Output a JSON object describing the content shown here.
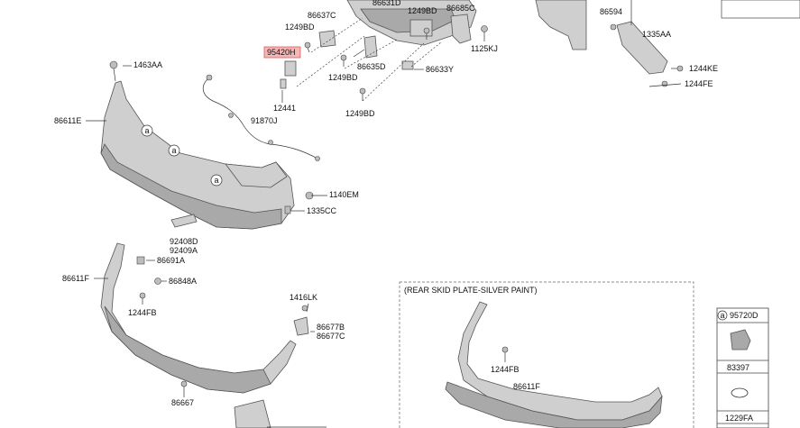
{
  "labels": {
    "p86637C": "86637C",
    "p86631D": "86631D",
    "p1249BD_a": "1249BD",
    "p86685C": "86685C",
    "p1249BD_top": "1249BD",
    "p95420H": "95420H",
    "p86635D": "86635D",
    "p1125KJ": "1125KJ",
    "p86594": "86594",
    "p1335AA": "1335AA",
    "p1463AA": "1463AA",
    "p86633Y": "86633Y",
    "p1249BD_b": "1249BD",
    "p1244KE": "1244KE",
    "p1244FE": "1244FE",
    "p12441": "12441",
    "p1249BD_c": "1249BD",
    "p86611E": "86611E",
    "p91870J": "91870J",
    "p1140EM": "1140EM",
    "p1335CC": "1335CC",
    "p92408D": "92408D",
    "p92409A": "92409A",
    "p86691A": "86691A",
    "p86611F": "86611F",
    "p86848A": "86848A",
    "p1244FB": "1244FB",
    "p1416LK": "1416LK",
    "p86677B": "86677B",
    "p86677C": "86677C",
    "p86667": "86667",
    "p1244FB_b": "1244FB",
    "p86611F_b": "86611F"
  },
  "callout": "a",
  "section_title": "(REAR SKID PLATE-SILVER PAINT)",
  "legend": {
    "marker": "a",
    "part_no": "95720D",
    "item2": "83397",
    "item3": "1229FA"
  },
  "colors": {
    "highlight_fill": "#f4b6b6",
    "highlight_border": "#e05b5b",
    "part_fill": "#cfcfcf"
  }
}
